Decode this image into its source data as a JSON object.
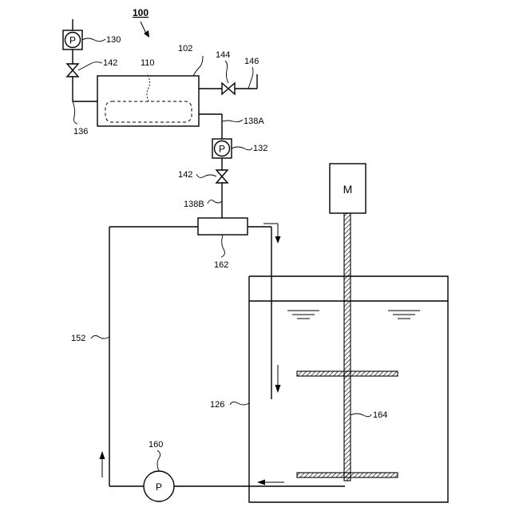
{
  "figure": {
    "ref_main": "100",
    "pump_symbol": "P",
    "motor_symbol": "M",
    "colors": {
      "line": "#000000",
      "hatch": "#000000",
      "background": "#ffffff"
    },
    "refs": {
      "r130": "130",
      "r142a": "142",
      "r110": "110",
      "r102": "102",
      "r144": "144",
      "r146": "146",
      "r136": "136",
      "r138a": "138A",
      "r132": "132",
      "r142b": "142",
      "r138b": "138B",
      "r162": "162",
      "r152": "152",
      "r126": "126",
      "r164": "164",
      "r160": "160"
    }
  }
}
